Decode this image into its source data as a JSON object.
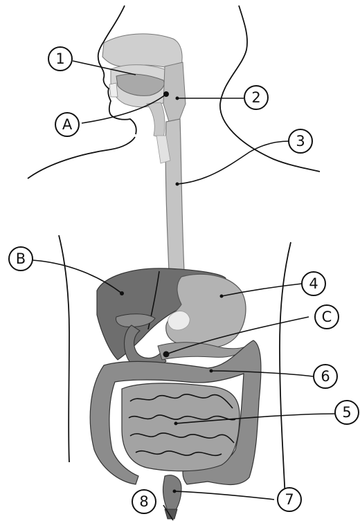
{
  "labels": {
    "n1": "1",
    "n2": "2",
    "n3": "3",
    "n4": "4",
    "n5": "5",
    "n6": "6",
    "n7": "7",
    "n8": "8",
    "A": "A",
    "B": "B",
    "C": "C"
  },
  "colors": {
    "dark_organ": "#6e6e6e",
    "mid_organ": "#8f8f8f",
    "light_organ": "#bdbdbd",
    "pale_organ": "#d9d9d9",
    "outline": "#111111"
  }
}
